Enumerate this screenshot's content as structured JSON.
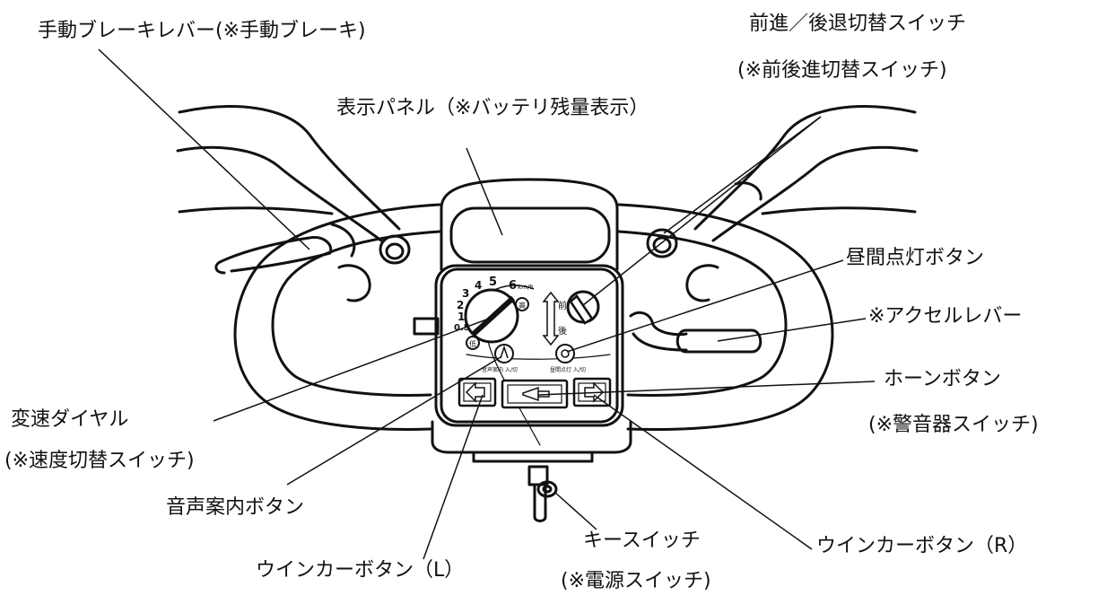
{
  "labels": {
    "hand_brake": "手動ブレーキレバー(※手動ブレーキ)",
    "display_panel": "表示パネル（※バッテリ残量表示）",
    "fwd_rev_switch_line1": "前進／後退切替スイッチ",
    "fwd_rev_switch_line2": "(※前後進切替スイッチ)",
    "daytime_light": "昼間点灯ボタン",
    "accelerator": "※アクセルレバー",
    "horn_line1": "ホーンボタン",
    "horn_line2": "(※警音器スイッチ)",
    "speed_dial_line1": "変速ダイヤル",
    "speed_dial_line2": "(※速度切替スイッチ)",
    "voice_guide": "音声案内ボタン",
    "turn_left": "ウインカーボタン（L）",
    "key_switch_line1": "キースイッチ",
    "key_switch_line2": "(※電源スイッチ)",
    "turn_right": "ウインカーボタン（R）"
  },
  "panel": {
    "dial_speeds": [
      "0.5",
      "1",
      "2",
      "3",
      "4",
      "5",
      "6"
    ],
    "dial_unit": "km/h",
    "dial_high": "高",
    "dial_low": "低",
    "switch_forward": "前",
    "switch_reverse": "後",
    "voice_caption": "音声案内 入/切",
    "daylight_caption": "昼間点灯 入/切"
  },
  "colors": {
    "line": "#111111",
    "background": "#ffffff"
  }
}
